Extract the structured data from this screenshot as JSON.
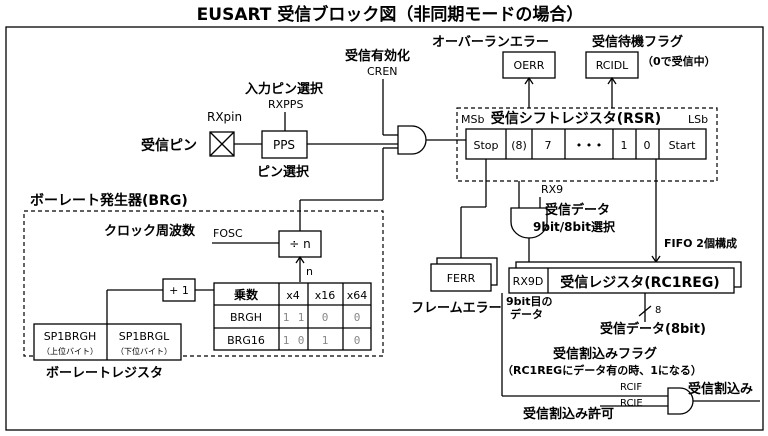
{
  "title": "EUSART 受信ブロック図（非同期モードの場合）",
  "labels": {
    "rx_pin": "RXpin",
    "rx_pin_label": "受信ピン",
    "input_pin_select": "入力ピン選択",
    "rxpps": "RXPPS",
    "pps": "PPS",
    "pin_select": "ピン選択",
    "receive_enable": "受信有効化",
    "cren": "CREN",
    "overrun_error": "オーバーランエラー",
    "oerr": "OERR",
    "receive_wait_flag": "受信待機フラグ",
    "rcidl": "RCIDL",
    "rcidl_note": "（0で受信中）",
    "msb": "MSb",
    "lsb": "LSb",
    "rsr_title": "受信シフトレジスタ(RSR)",
    "rsr_cells": [
      "Stop",
      "(8)",
      "7",
      "• • •",
      "1",
      "0",
      "Start"
    ],
    "rx9": "RX9",
    "receive_data": "受信データ",
    "bit_select": "9bit/8bit選択",
    "fifo": "FIFO 2個構成",
    "ferr": "FERR",
    "frame_error": "フレームエラー",
    "rx9d": "RX9D",
    "rc1reg": "受信レジスタ(RC1REG)",
    "bit9_data": "9bit目の",
    "bit9_data2": "データ",
    "bus_width": "8",
    "receive_data_8bit": "受信データ(8bit)",
    "interrupt_flag": "受信割込みフラグ",
    "interrupt_note": "（RC1REGにデータ有の時、1になる）",
    "rcif": "RCIF",
    "rcie": "RCIE",
    "receive_interrupt": "受信割込み",
    "interrupt_enable": "受信割込み許可",
    "brg_title": "ボーレート発生器(BRG)",
    "clock_freq": "クロック周波数",
    "fosc": "FOSC",
    "divide": "÷ n",
    "n": "n",
    "plus_one": "+ 1",
    "sp1brgh": "SP1BRGH",
    "sp1brgh_sub": "（上位バイト）",
    "sp1brgl": "SP1BRGL",
    "sp1brgl_sub": "（下位バイト）",
    "baud_register": "ボーレートレジスタ"
  },
  "multiplier_table": {
    "headers": [
      "乗数",
      "x4",
      "x16",
      "x64"
    ],
    "rows": [
      {
        "name": "BRGH",
        "values": [
          "1",
          "1",
          "0",
          "0"
        ]
      },
      {
        "name": "BRG16",
        "values": [
          "1",
          "0",
          "1",
          "0"
        ]
      }
    ]
  }
}
